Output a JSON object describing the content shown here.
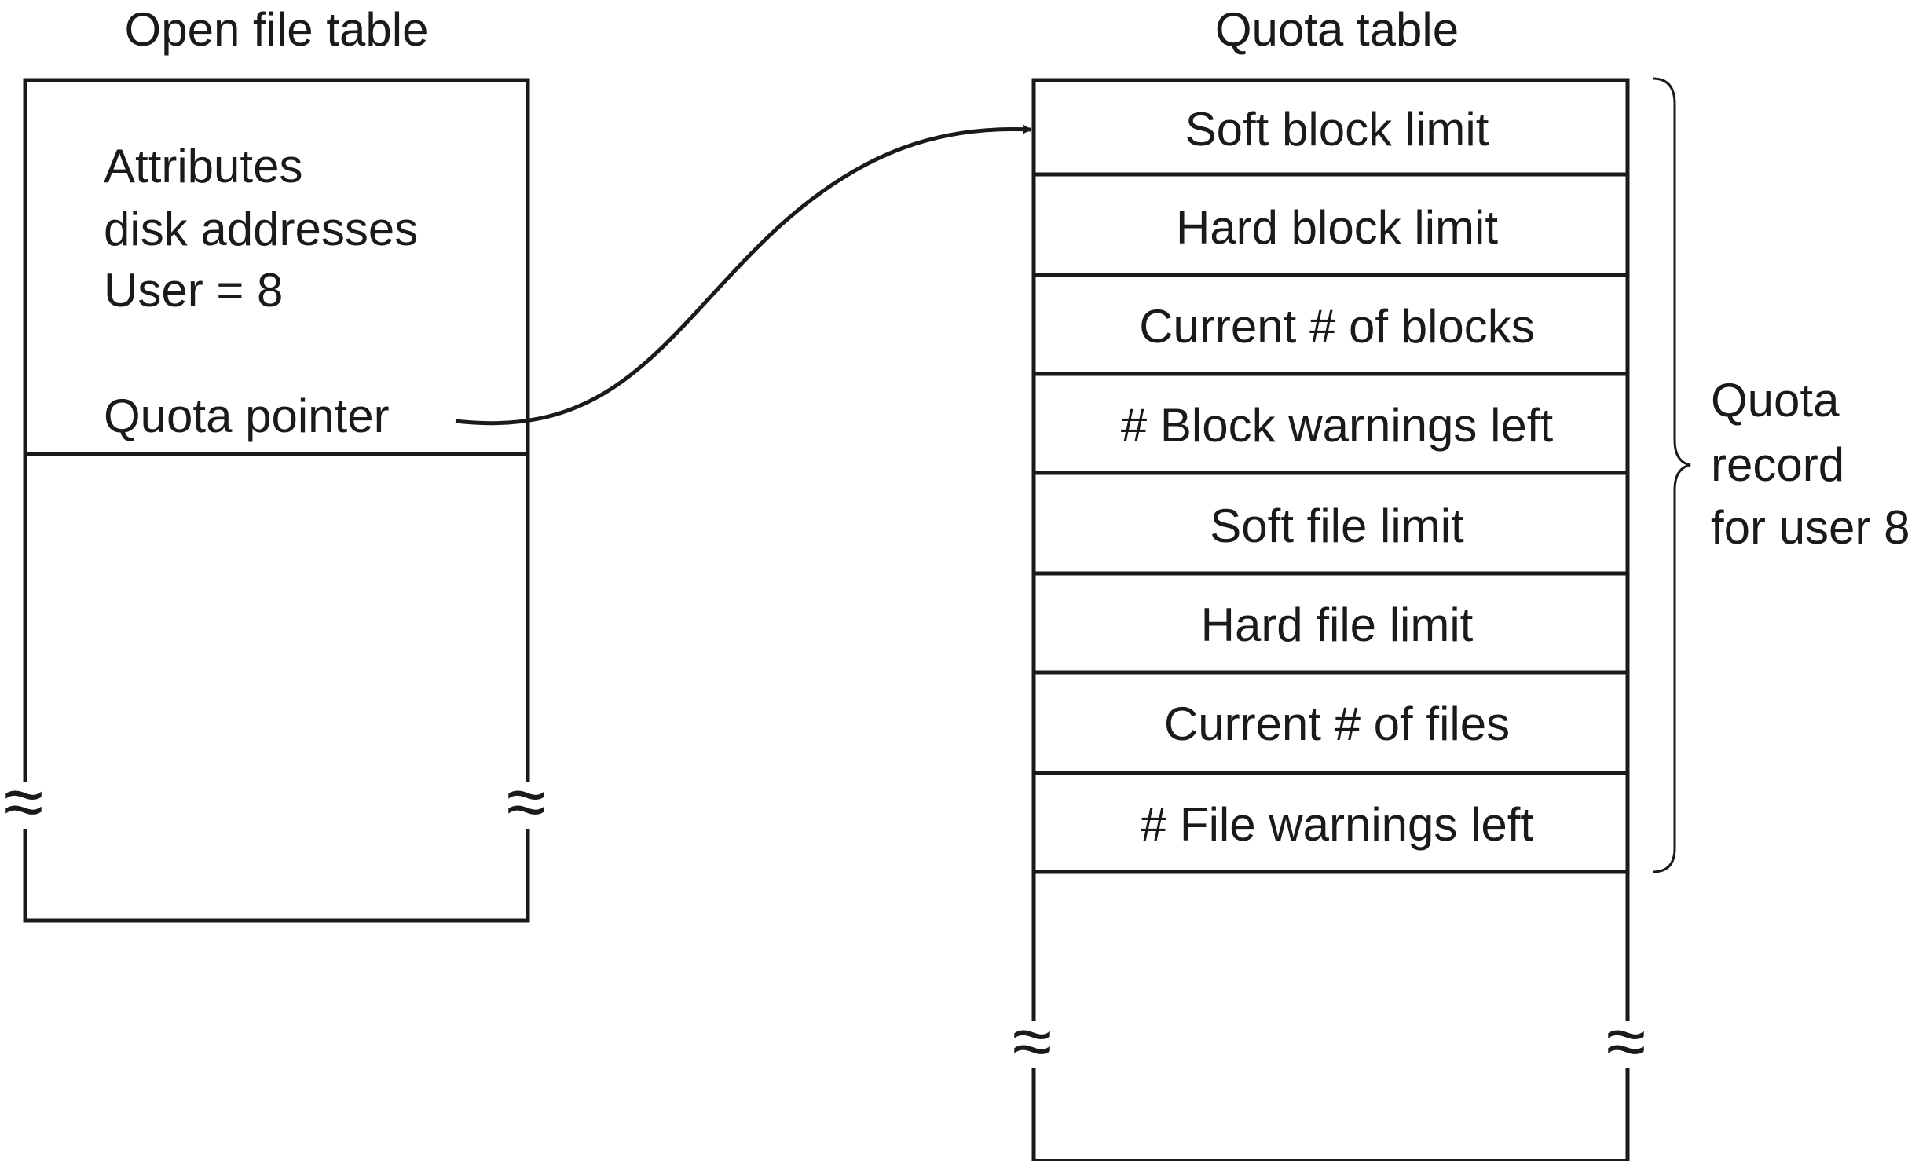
{
  "open_file_table": {
    "title": "Open file table",
    "entry_lines": [
      "Attributes",
      "disk addresses",
      "User = 8"
    ],
    "quota_pointer_label": "Quota pointer",
    "break_symbol": "≈"
  },
  "quota_table": {
    "title": "Quota table",
    "rows": [
      "Soft block limit",
      "Hard block limit",
      "Current # of blocks",
      "# Block warnings left",
      "Soft file limit",
      "Hard file limit",
      "Current # of files",
      "# File warnings left"
    ],
    "break_symbol": "≈"
  },
  "brace_label_lines": [
    "Quota",
    "record",
    "for user 8"
  ],
  "colors": {
    "ink": "#1a1a1a",
    "background": "#ffffff"
  }
}
